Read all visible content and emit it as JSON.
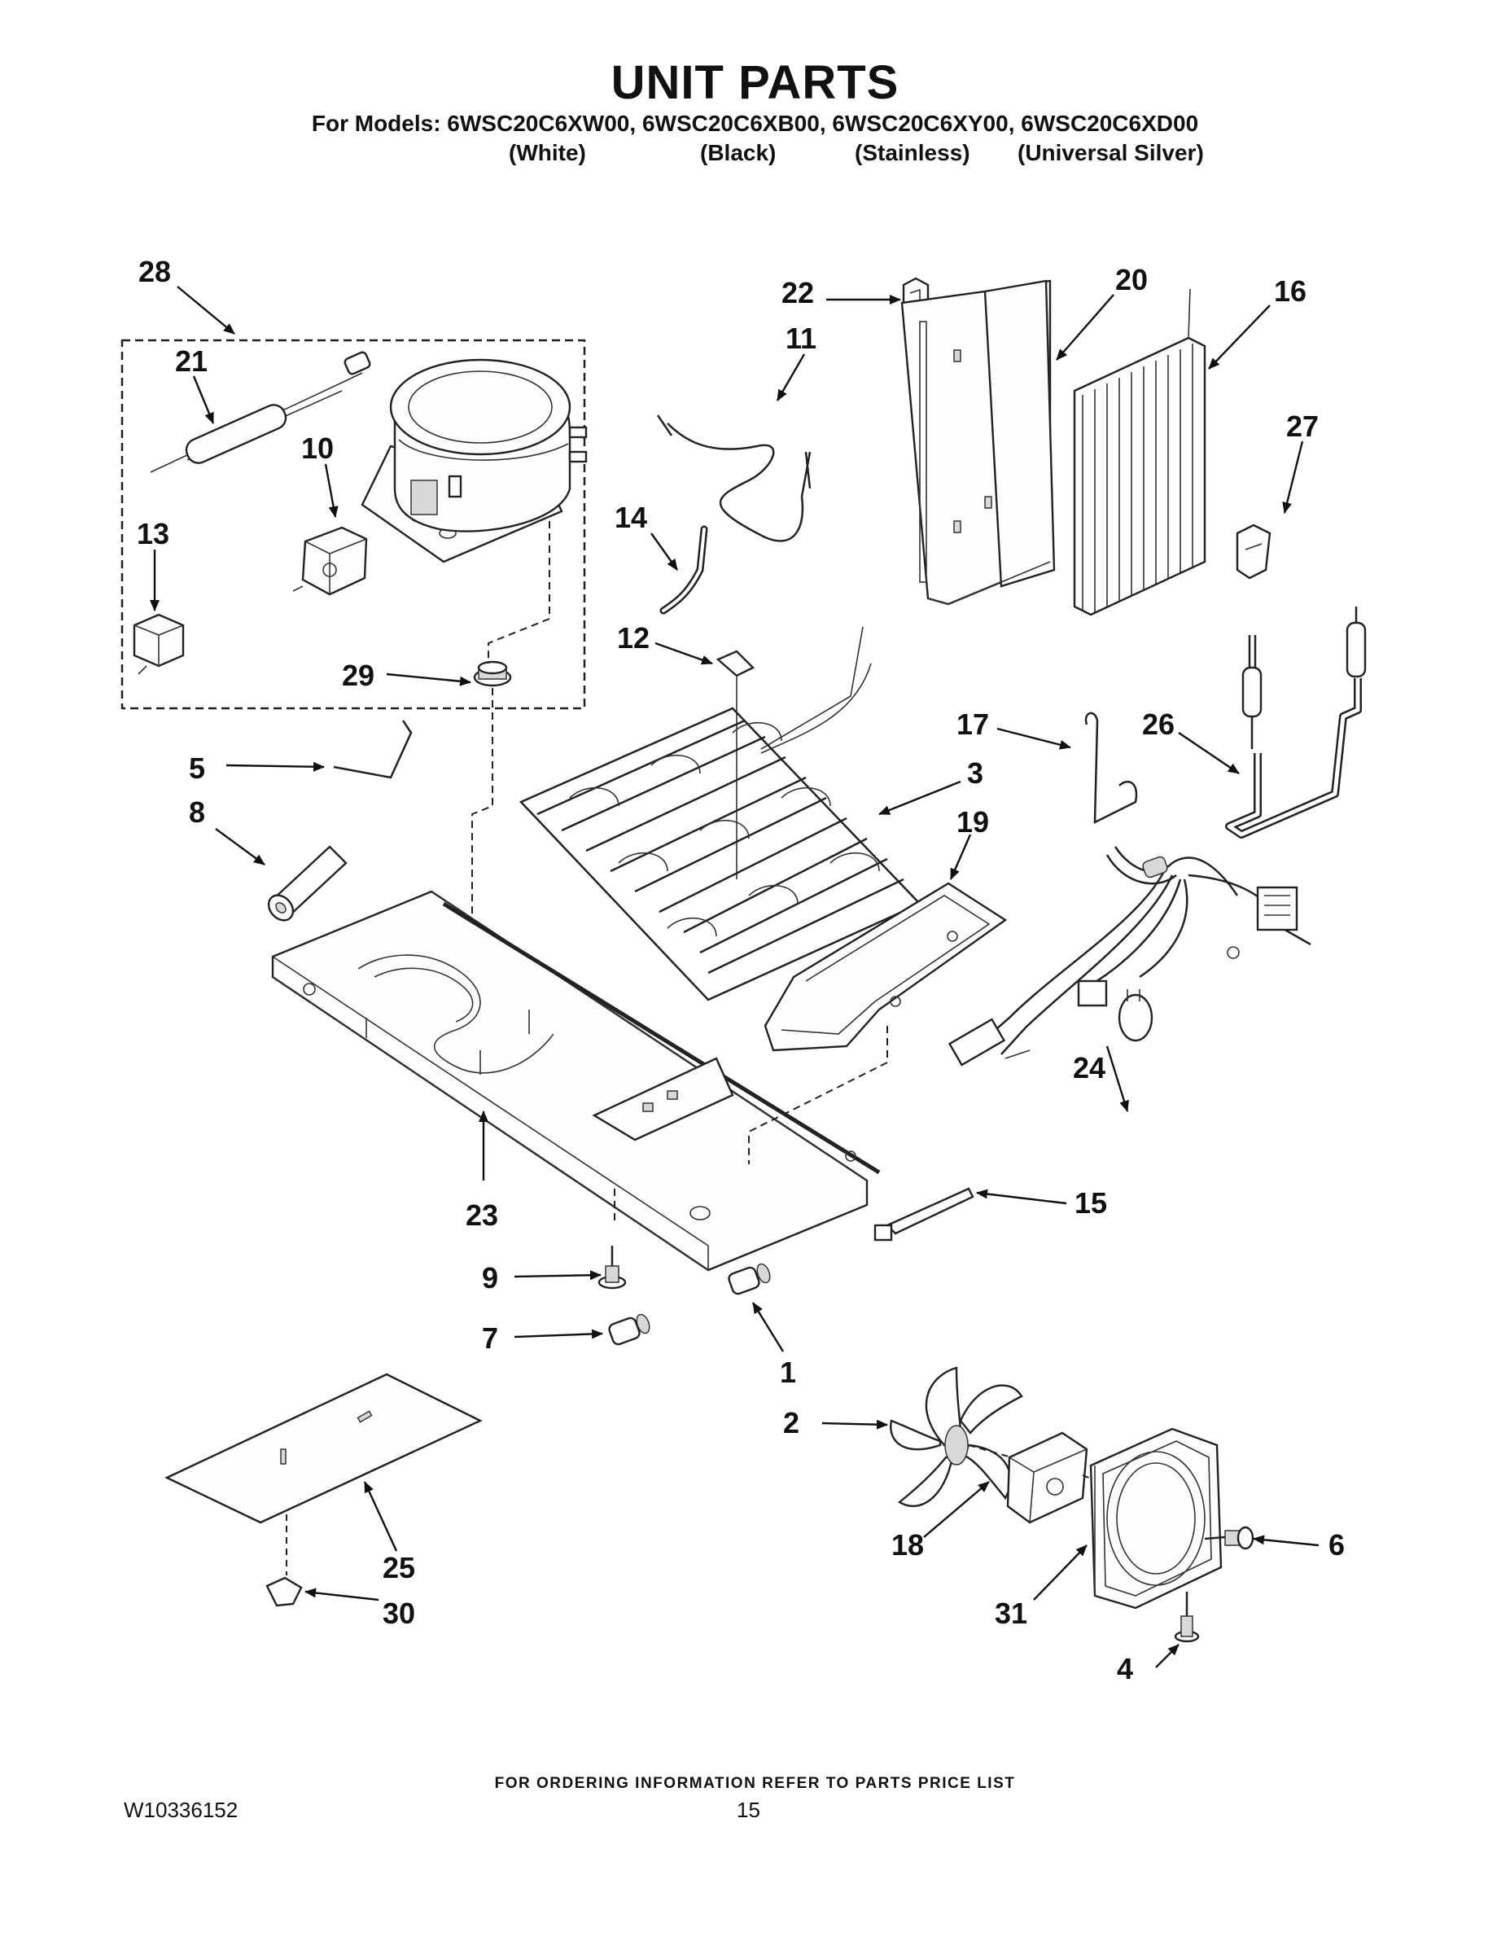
{
  "header": {
    "title": "UNIT PARTS",
    "models_line": "For Models: 6WSC20C6XW00, 6WSC20C6XB00, 6WSC20C6XY00, 6WSC20C6XD00",
    "variants": [
      "(White)",
      "(Black)",
      "(Stainless)",
      "(Universal Silver)"
    ]
  },
  "callouts": [
    "28",
    "21",
    "10",
    "13",
    "29",
    "22",
    "11",
    "20",
    "16",
    "27",
    "14",
    "12",
    "17",
    "26",
    "3",
    "19",
    "5",
    "8",
    "24",
    "23",
    "15",
    "9",
    "7",
    "1",
    "2",
    "18",
    "6",
    "31",
    "25",
    "30",
    "4"
  ],
  "footer": {
    "ordering_note": "FOR ORDERING INFORMATION REFER TO PARTS PRICE LIST",
    "document_number": "W10336152",
    "page_number": "15"
  }
}
